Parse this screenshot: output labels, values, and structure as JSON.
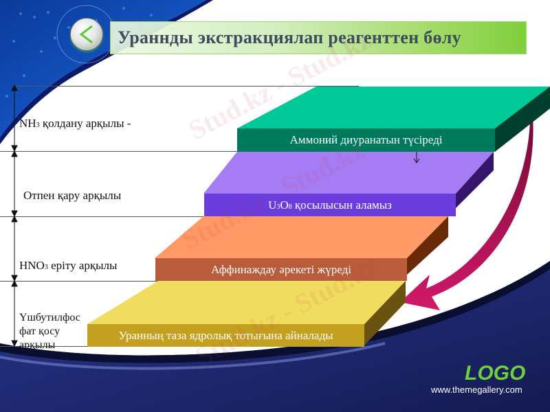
{
  "slide": {
    "title": "Ураннды экстракциялап реагенттен бөлу",
    "nav_button": "back-arrow",
    "colors": {
      "title_bar_start": "#ebf8e1",
      "title_bar_end": "#7fcf3c",
      "title_text": "#3e4a5e",
      "background_dark_blue": "#1f2a7a",
      "logo_green": "#6ed13a",
      "curved_arrow": "#c8185e"
    }
  },
  "left_labels": [
    {
      "formula": "NH",
      "sub": "3",
      "text": " қолдану арқылы -"
    },
    {
      "text": "Отпен қару арқылы"
    },
    {
      "formula": "HNO",
      "sub": "3",
      "text": "  еріту арқылы"
    },
    {
      "line1": "Үшбутилфос",
      "line2": "фат қосу",
      "line3": "арқылы"
    }
  ],
  "steps": [
    {
      "label": "Аммоний диуранатын  түсіреді",
      "top_color": "#00c896",
      "front_color": "#007a5c",
      "side_color": "#003f2e"
    },
    {
      "formula": "U",
      "sub1": "3",
      "mid": "O",
      "sub2": "8",
      "label": "  қосылысын аламыз",
      "top_color": "#a67cf5",
      "front_color": "#6b3ddc",
      "side_color": "#35166a"
    },
    {
      "label": "Аффинаждау әрекеті жүреді",
      "top_color": "#ff9966",
      "front_color": "#b85c3c",
      "side_color": "#6a2a08"
    },
    {
      "label": "Уранның таза ядролық тотығына айналады",
      "top_color": "#f0dd60",
      "front_color": "#c4a020",
      "side_color": "#6a5210"
    }
  ],
  "footer": {
    "logo": "LOGO",
    "url": "www.themegallery.com"
  },
  "watermark": "Stud.kz - Stud.kz"
}
